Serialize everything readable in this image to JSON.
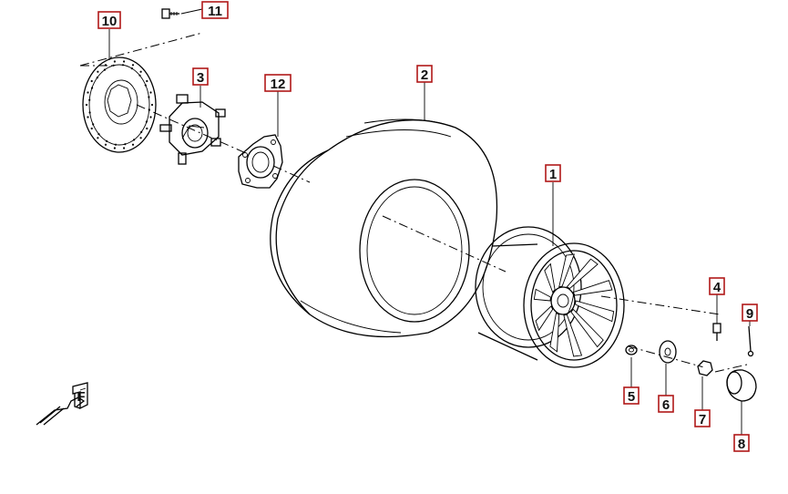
{
  "callouts": [
    {
      "id": "1",
      "part": "wheel-rim"
    },
    {
      "id": "2",
      "part": "tire"
    },
    {
      "id": "3",
      "part": "wheel-hub"
    },
    {
      "id": "4",
      "part": "valve-stem"
    },
    {
      "id": "5",
      "part": "small-nut"
    },
    {
      "id": "6",
      "part": "washer"
    },
    {
      "id": "7",
      "part": "axle-nut"
    },
    {
      "id": "8",
      "part": "hub-cap"
    },
    {
      "id": "9",
      "part": "cotter-pin"
    },
    {
      "id": "10",
      "part": "brake-disc"
    },
    {
      "id": "11",
      "part": "disc-bolt"
    },
    {
      "id": "12",
      "part": "spacer-plate"
    }
  ],
  "colors": {
    "callout_border": "#b01818",
    "line": "#000000",
    "fill_dark": "#2a2a2a"
  },
  "front_marker": {
    "label": "F",
    "icon": "front-direction-arrow-icon"
  }
}
